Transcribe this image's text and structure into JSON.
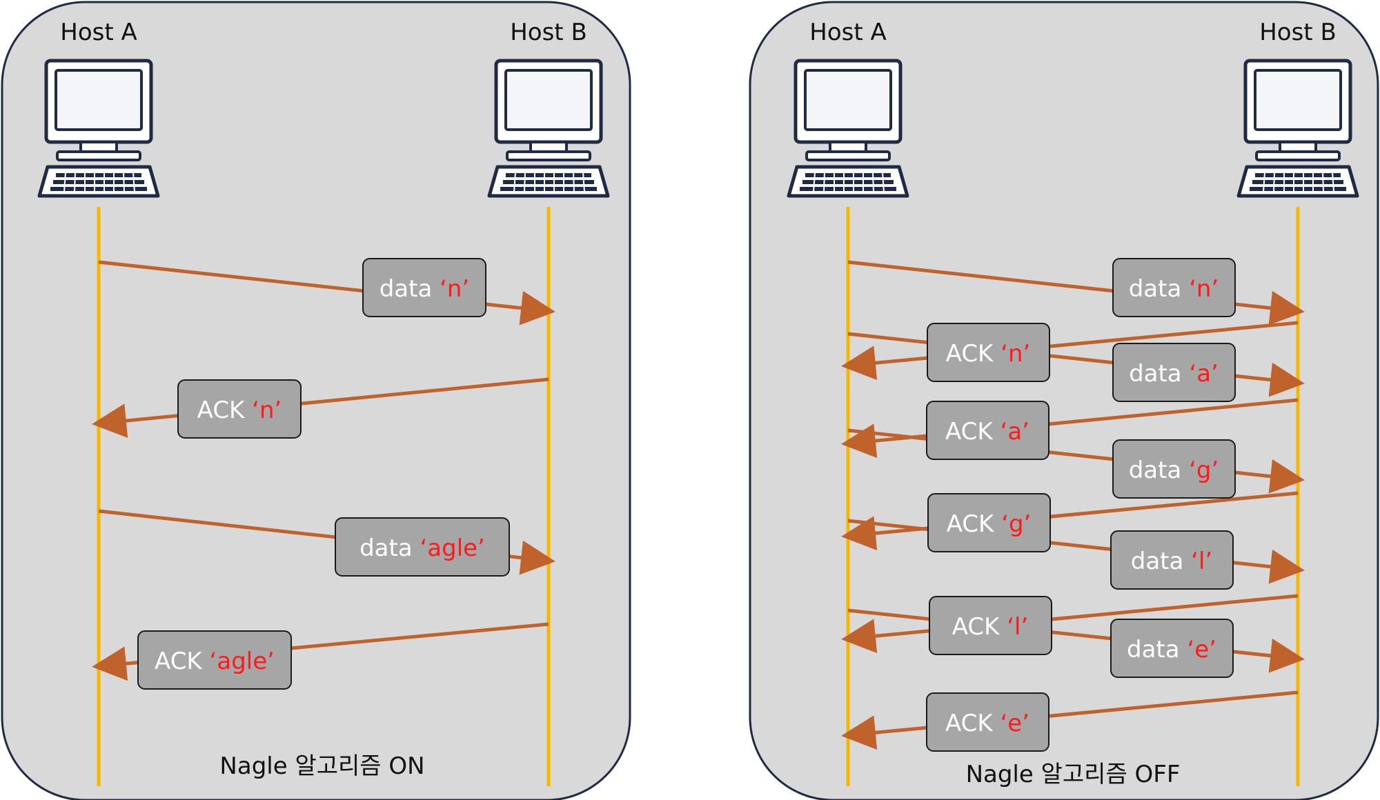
{
  "colors": {
    "panel_fill": "#d9d9d9",
    "panel_stroke": "#1f2a44",
    "timeline": "#f5b800",
    "arrow": "#c0622b",
    "box_fill": "#a6a6a6",
    "box_stroke": "#1a1a1a",
    "label_white": "#ffffff",
    "label_red": "#ff1a1a"
  },
  "panels": [
    {
      "host_a": "Host A",
      "host_b": "Host B",
      "caption": "Nagle 알고리즘 ON",
      "messages": [
        {
          "kind": "data",
          "text": "data",
          "payload": "‘n’",
          "dir": "A→B"
        },
        {
          "kind": "ack",
          "text": "ACK",
          "payload": "‘n’",
          "dir": "B→A"
        },
        {
          "kind": "data",
          "text": "data",
          "payload": "‘agle’",
          "dir": "A→B"
        },
        {
          "kind": "ack",
          "text": "ACK",
          "payload": "‘agle’",
          "dir": "B→A"
        }
      ]
    },
    {
      "host_a": "Host A",
      "host_b": "Host B",
      "caption": "Nagle 알고리즘 OFF",
      "messages": [
        {
          "kind": "data",
          "text": "data",
          "payload": "‘n’",
          "dir": "A→B"
        },
        {
          "kind": "ack",
          "text": "ACK",
          "payload": "‘n’",
          "dir": "B→A"
        },
        {
          "kind": "data",
          "text": "data",
          "payload": "‘a’",
          "dir": "A→B"
        },
        {
          "kind": "ack",
          "text": "ACK",
          "payload": "‘a’",
          "dir": "B→A"
        },
        {
          "kind": "data",
          "text": "data",
          "payload": "‘g’",
          "dir": "A→B"
        },
        {
          "kind": "ack",
          "text": "ACK",
          "payload": "‘g’",
          "dir": "B→A"
        },
        {
          "kind": "data",
          "text": "data",
          "payload": "‘l’",
          "dir": "A→B"
        },
        {
          "kind": "ack",
          "text": "ACK",
          "payload": "‘l’",
          "dir": "B→A"
        },
        {
          "kind": "data",
          "text": "data",
          "payload": "‘e’",
          "dir": "A→B"
        },
        {
          "kind": "ack",
          "text": "ACK",
          "payload": "‘e’",
          "dir": "B→A"
        }
      ]
    }
  ]
}
